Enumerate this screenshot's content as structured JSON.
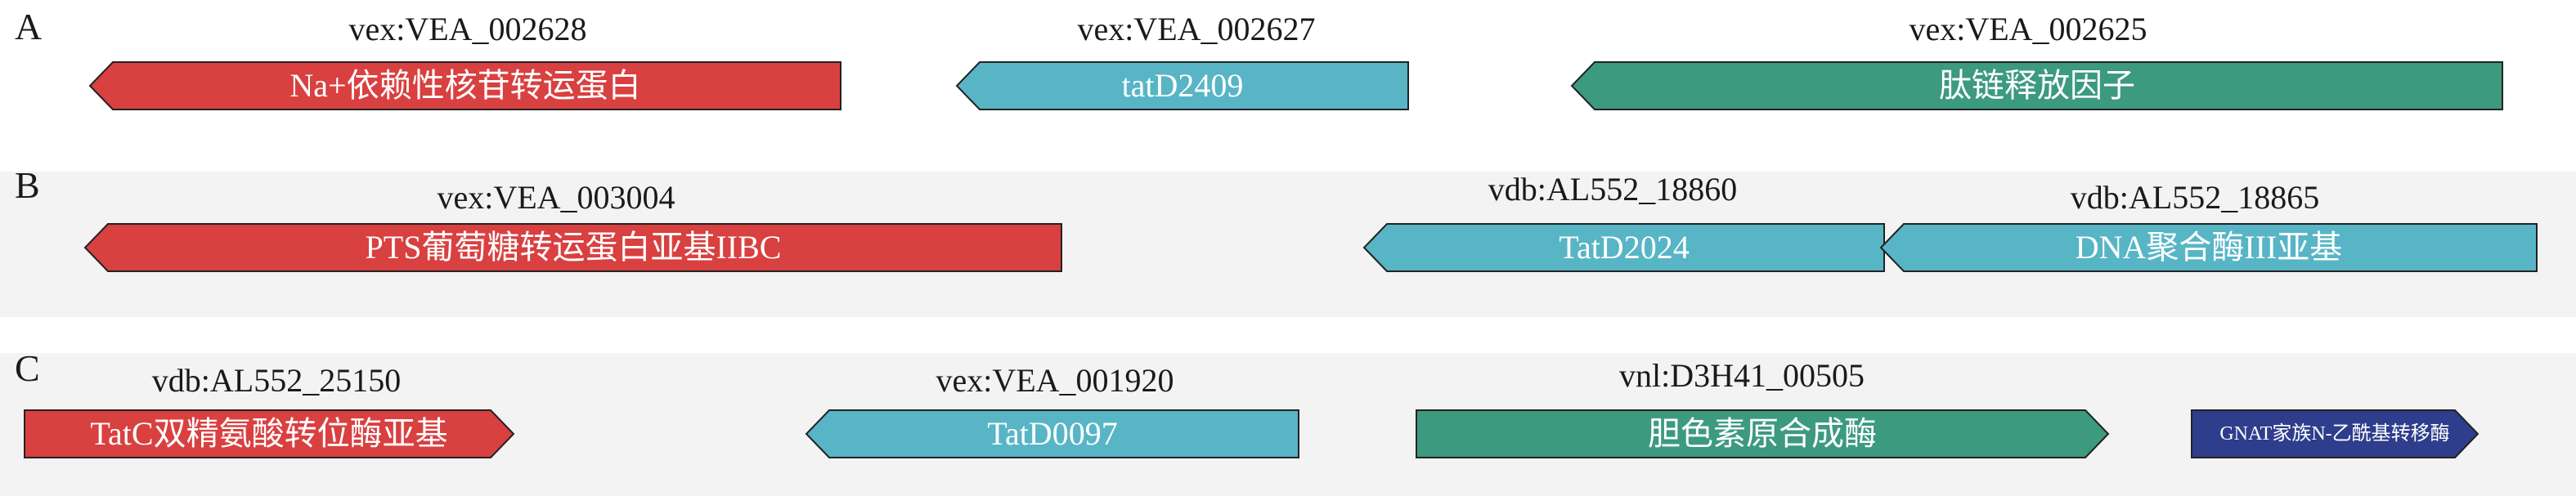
{
  "colors": {
    "red": "#d94040",
    "teal": "#57b5c6",
    "green": "#3c9a7e",
    "navy": "#2e3d8c",
    "outline": "#222222",
    "band": "#f3f3f3"
  },
  "panels": [
    {
      "letter": "A",
      "genes": [
        {
          "id": "vex:VEA_002628",
          "label": "Na+依赖性核苷转运蛋白",
          "color": "red",
          "direction": "left"
        },
        {
          "id": "vex:VEA_002627",
          "label": "tatD2409",
          "color": "teal",
          "direction": "left"
        },
        {
          "id": "vex:VEA_002625",
          "label": "肽链释放因子",
          "color": "green",
          "direction": "left"
        }
      ]
    },
    {
      "letter": "B",
      "genes": [
        {
          "id": "vex:VEA_003004",
          "label": "PTS葡萄糖转运蛋白亚基IIBC",
          "color": "red",
          "direction": "left"
        },
        {
          "id": "vdb:AL552_18860",
          "label": "TatD2024",
          "color": "teal",
          "direction": "left"
        },
        {
          "id": "vdb:AL552_18865",
          "label": "DNA聚合酶III亚基",
          "color": "teal",
          "direction": "left"
        }
      ]
    },
    {
      "letter": "C",
      "genes": [
        {
          "id": "vdb:AL552_25150",
          "label": "TatC双精氨酸转位酶亚基",
          "color": "red",
          "direction": "right"
        },
        {
          "id": "vex:VEA_001920",
          "label": "TatD0097",
          "color": "teal",
          "direction": "left"
        },
        {
          "id": "vnl:D3H41_00505",
          "label": "胆色素原合成酶",
          "color": "green",
          "direction": "right"
        },
        {
          "id": "",
          "label": "GNAT家族N-乙酰基转移酶",
          "color": "navy",
          "direction": "right"
        }
      ]
    }
  ]
}
